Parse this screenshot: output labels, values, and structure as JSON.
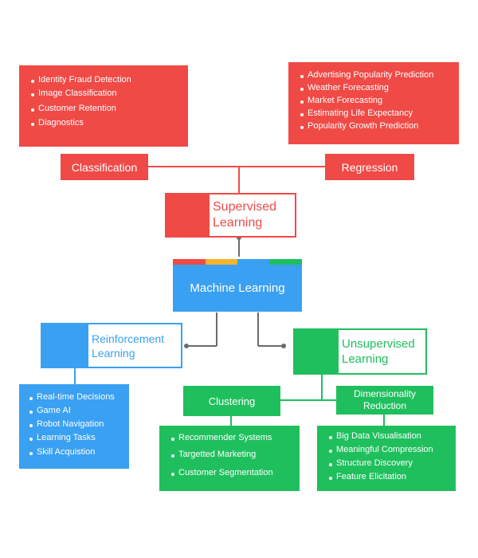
{
  "classification": {
    "label": "Classification",
    "items": [
      "Identity Fraud Detection",
      "Image Classification",
      "Customer Retention",
      "Diagnostics"
    ]
  },
  "regression": {
    "label": "Regression",
    "items": [
      "Advertising Popularity Prediction",
      "Weather Forecasting",
      "Market Forecasting",
      "Estimating Life Expectancy",
      "Popularity Growth Prediction"
    ]
  },
  "supervised": {
    "line1": "Supervised",
    "line2": "Learning"
  },
  "machine_learning": {
    "label": "Machine Learning"
  },
  "reinforcement": {
    "line1": "Reinforcement",
    "line2": "Learning",
    "items": [
      "Real-time Decisions",
      "Game AI",
      "Robot Navigation",
      "Learning Tasks",
      "Skill Acquistion"
    ]
  },
  "unsupervised": {
    "line1": "Unsupervised",
    "line2": "Learning"
  },
  "clustering": {
    "label": "Clustering",
    "items": [
      "Recommender Systems",
      "Targetted Marketing",
      "Customer Segmentation"
    ]
  },
  "dimensionality": {
    "line1": "Dimensionality",
    "line2": "Reduction",
    "items": [
      "Big Data Visualisation",
      "Meaningful Compression",
      "Structure Discovery",
      "Feature Elicitation"
    ]
  },
  "colors": {
    "red": "#f04a46",
    "blue": "#3aa0f2",
    "green": "#1fbf5e",
    "yellow": "#f6b42c",
    "connector": "#6b6b6b"
  }
}
